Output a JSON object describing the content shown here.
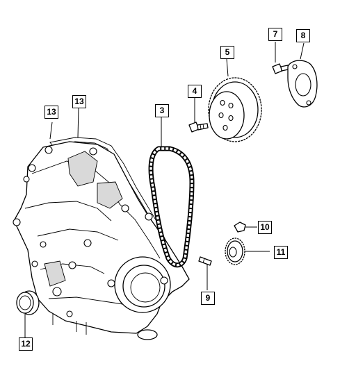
{
  "callouts": {
    "c3": "3",
    "c4": "4",
    "c5": "5",
    "c7": "7",
    "c8": "8",
    "c9": "9",
    "c10": "10",
    "c11": "11",
    "c12": "12",
    "c13a": "13",
    "c13b": "13"
  }
}
